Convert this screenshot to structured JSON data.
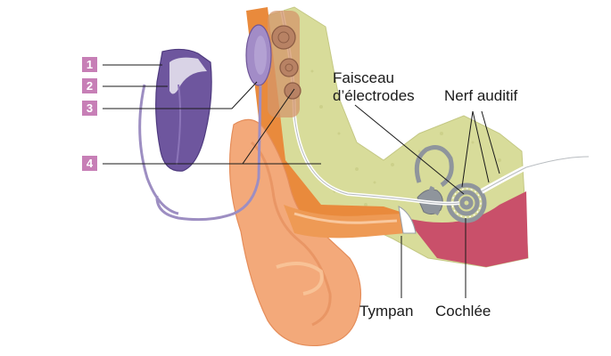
{
  "colors": {
    "badge": "#c77fb6",
    "processor": "#7b62a6",
    "skin": "#f3a97a",
    "canal": "#e98a3c",
    "bone": "#d8dc9a",
    "cochlea": "#8f959c",
    "artery": "#c9506a"
  },
  "markers": [
    "1",
    "2",
    "3",
    "4"
  ],
  "labels": {
    "electrodes_line1": "Faisceau",
    "electrodes_line2": "d’électrodes",
    "nerve": "Nerf auditif",
    "eardrum": "Tympan",
    "cochlea": "Cochlée"
  }
}
